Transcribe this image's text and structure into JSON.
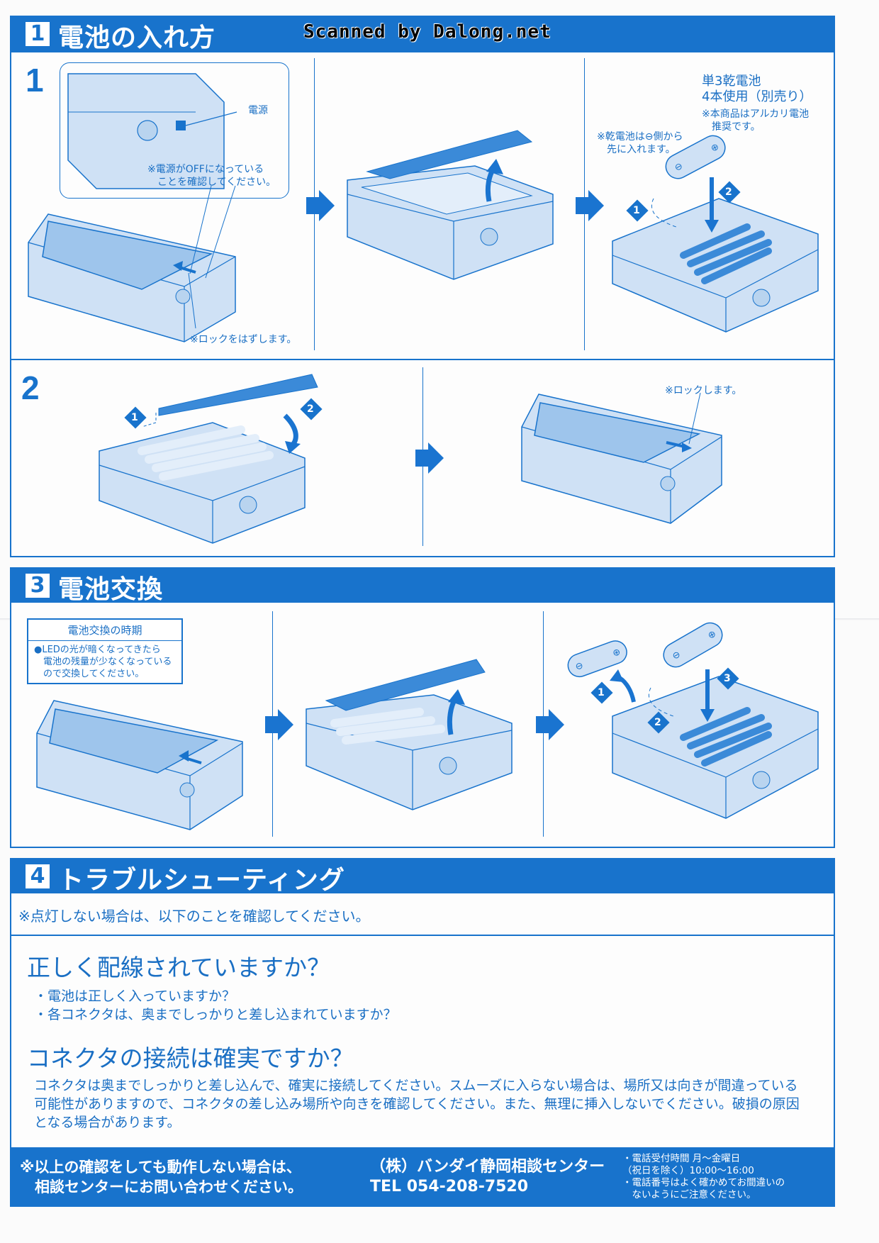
{
  "watermark": "Scanned by Dalong.net",
  "section1": {
    "number": "1",
    "title": "電池の入れ方",
    "step1": {
      "label": "1",
      "power_label": "電源",
      "power_note": "※電源がOFFになっている\n　ことを確認してください。",
      "lock_note": "※ロックをはずします。",
      "battery_type": "単3乾電池\n4本使用（別売り）",
      "alkaline_note": "※本商品はアルカリ電池\n　推奨です。",
      "minus_note": "※乾電池は⊖側から\n　先に入れます。",
      "markers": [
        "1",
        "2"
      ]
    },
    "step2": {
      "label": "2",
      "lock_note": "※ロックします。",
      "markers": [
        "1",
        "2"
      ]
    }
  },
  "section3": {
    "number": "3",
    "title": "電池交換",
    "timing_title": "電池交換の時期",
    "timing_body": "●LEDの光が暗くなってきたら\n　電池の残量が少なくなっている\n　ので交換してください。",
    "markers": [
      "1",
      "2",
      "3"
    ]
  },
  "section4": {
    "number": "4",
    "title": "トラブルシューティング",
    "note": "※点灯しない場合は、以下のことを確認してください。",
    "q1": "正しく配線されていますか？",
    "q1_items": [
      "・電池は正しく入っていますか？",
      "・各コネクタは、奥までしっかりと差し込まれていますか？"
    ],
    "q2": "コネクタの接続は確実ですか？",
    "q2_body": "コネクタは奥までしっかりと差し込んで、確実に接続してください。スムーズに入らない場合は、場所又は向きが間違っている可能性がありますので、コネクタの差し込み場所や向きを確認してください。また、無理に挿入しないでください。破損の原因となる場合があります。"
  },
  "footer": {
    "left": "※以上の確認をしても動作しない場合は、\n　相談センターにお問い合わせください。",
    "center": "（株）バンダイ静岡相談センター\nTEL 054-208-7520",
    "right": "・電話受付時間 月〜金曜日\n（祝日を除く）10:00〜16:00\n・電話番号はよく確かめてお間違いの\n　ないようにご注意ください。"
  },
  "colors": {
    "brand_blue": "#1873cc",
    "box_fill": "#cfe1f5",
    "lid_fill": "#3b8ad8"
  },
  "icons": [
    "arrow-right-icon",
    "arrow-up-icon",
    "arrow-down-icon",
    "battery-icon",
    "battery-box-icon",
    "step-marker-icon"
  ]
}
